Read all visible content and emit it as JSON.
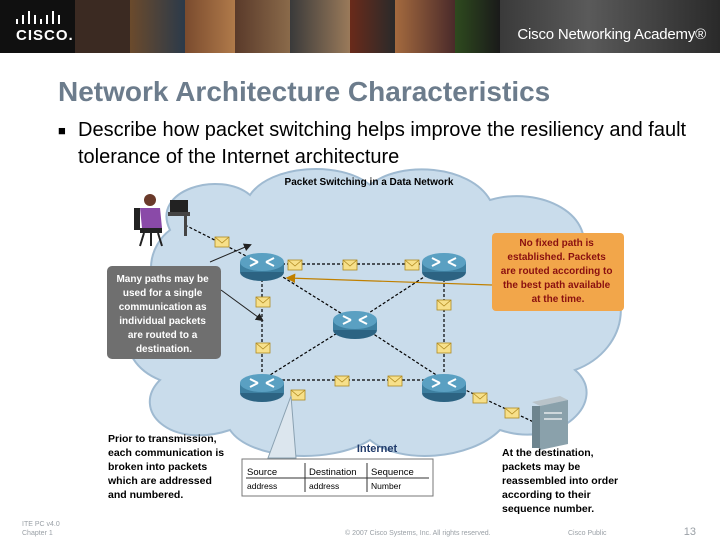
{
  "banner": {
    "logo": "CISCO.",
    "academy": "Cisco Networking Academy®",
    "photo_colors": [
      "#3b2a22",
      "#6b4a2c",
      "#2b3a4a",
      "#7a4b2e",
      "#5a3a2a",
      "#8a6a4a",
      "#3a3a3a",
      "#6a2a1a",
      "#a46a3e",
      "#4a2a2a",
      "#2e4a1e",
      "#2a2a2a"
    ]
  },
  "slide": {
    "title": "Network Architecture Characteristics",
    "bullet": "Describe how packet switching helps improve the resiliency and fault tolerance of the Internet architecture"
  },
  "diagram": {
    "heading": "Packet Switching in a Data Network",
    "cloud_label": "Internet",
    "callout_left": [
      "Many paths may be",
      "used for a single",
      "communication as",
      "individual packets",
      "are routed to a",
      "destination."
    ],
    "callout_right": [
      "No fixed path is",
      "established. Packets",
      "are routed according to",
      "the best path available",
      "at the time."
    ],
    "note_bottom_left": [
      "Prior to transmission,",
      "each communication is",
      "broken into packets",
      "which are addressed",
      "and numbered."
    ],
    "note_bottom_right": [
      "At the destination,",
      "packets may be",
      "reassembled into order",
      "according to their",
      "sequence number."
    ],
    "packet_table": {
      "headers": [
        "Source",
        "Destination",
        "Sequence"
      ],
      "values": [
        "address",
        "address",
        "Number"
      ]
    },
    "colors": {
      "cloud": "#c9dceb",
      "router": "#3d7fa0",
      "callout_left_bg": "#6f6f6f",
      "callout_right_bg": "#f2a64a",
      "right_text": "#8a1010",
      "packet": "#f7e08a"
    }
  },
  "footer": {
    "course_line1": "ITE PC v4.0",
    "course_line2": "Chapter 1",
    "copyright": "© 2007 Cisco Systems, Inc. All rights reserved.",
    "classification": "Cisco Public",
    "page": "13"
  }
}
